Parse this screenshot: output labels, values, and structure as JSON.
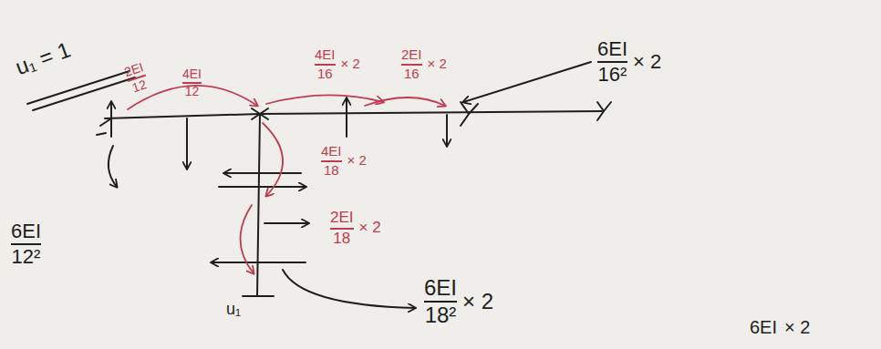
{
  "diagram": {
    "labels": [
      "u₁ = 1",
      "2EI",
      "12",
      "4EI",
      "12",
      "4EI",
      "16",
      "× 2",
      "2EI",
      "16",
      "× 2",
      "6EI",
      "16²",
      "× 2",
      "4EI",
      "18",
      "× 2",
      "6EI",
      "12²",
      "2EI",
      "18",
      "× 2",
      "u₁",
      "6EI",
      "18²",
      "× 2",
      "6EI",
      "× 2"
    ]
  }
}
